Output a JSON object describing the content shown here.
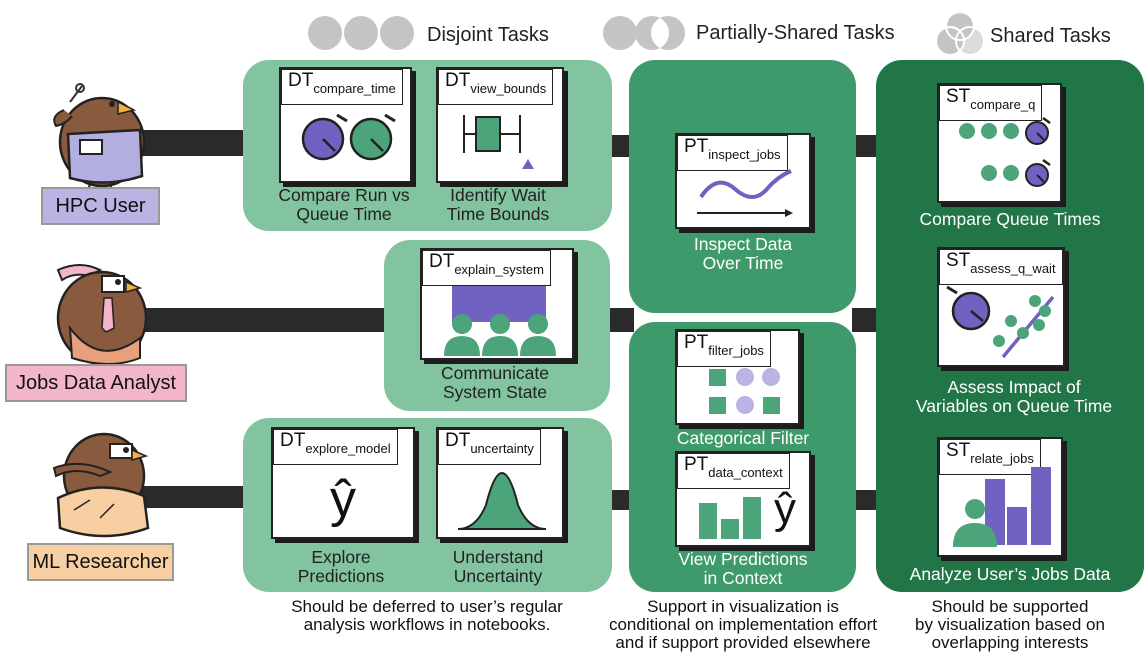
{
  "headers": {
    "disjoint": "Disjoint Tasks",
    "partial": "Partially-Shared Tasks",
    "shared": "Shared Tasks"
  },
  "users": {
    "hpc": "HPC User",
    "analyst": "Jobs Data Analyst",
    "ml": "ML Researcher"
  },
  "tasks": {
    "compare_time": {
      "code_prefix": "DT",
      "code_sub": "compare_time",
      "caption": [
        "Compare Run vs",
        "Queue Time"
      ]
    },
    "view_bounds": {
      "code_prefix": "DT",
      "code_sub": "view_bounds",
      "caption": [
        "Identify Wait",
        "Time Bounds"
      ]
    },
    "explain_system": {
      "code_prefix": "DT",
      "code_sub": "explain_system",
      "caption": [
        "Communicate",
        "System State"
      ]
    },
    "explore_model": {
      "code_prefix": "DT",
      "code_sub": "explore_model",
      "caption": [
        "Explore",
        "Predictions"
      ]
    },
    "uncertainty": {
      "code_prefix": "DT",
      "code_sub": "uncertainty",
      "caption": [
        "Understand",
        "Uncertainty"
      ]
    },
    "inspect_jobs": {
      "code_prefix": "PT",
      "code_sub": "inspect_jobs",
      "caption": [
        "Inspect Data",
        "Over Time"
      ]
    },
    "filter_jobs": {
      "code_prefix": "PT",
      "code_sub": "filter_jobs",
      "caption": [
        "Categorical Filter"
      ]
    },
    "data_context": {
      "code_prefix": "PT",
      "code_sub": "data_context",
      "caption": [
        "View Predictions",
        "in Context"
      ]
    },
    "compare_q": {
      "code_prefix": "ST",
      "code_sub": "compare_q",
      "caption": [
        "Compare Queue Times"
      ]
    },
    "assess_q_wait": {
      "code_prefix": "ST",
      "code_sub": "assess_q_wait",
      "caption": [
        "Assess Impact of",
        "Variables on Queue Time"
      ]
    },
    "relate_jobs": {
      "code_prefix": "ST",
      "code_sub": "relate_jobs",
      "caption": [
        "Analyze User’s Jobs Data"
      ]
    }
  },
  "y_hat": "ŷ",
  "footers": {
    "disjoint": [
      "Should be deferred to user’s regular",
      "analysis workflows in notebooks."
    ],
    "partial": [
      "Support in visualization is",
      "conditional on implementation effort",
      "and if support provided elsewhere"
    ],
    "shared": [
      "Should be supported",
      "by visualization based on",
      "overlapping interests"
    ]
  },
  "colors": {
    "light_green": "#82c3a0",
    "mid_green": "#3e9a6a",
    "dark_green": "#217546",
    "purple": "#6f62c0",
    "card_green": "#4ca57a",
    "hpc_label": "#b9b4e3",
    "analyst_label": "#f2b6c8",
    "ml_label": "#f8cfa3"
  }
}
